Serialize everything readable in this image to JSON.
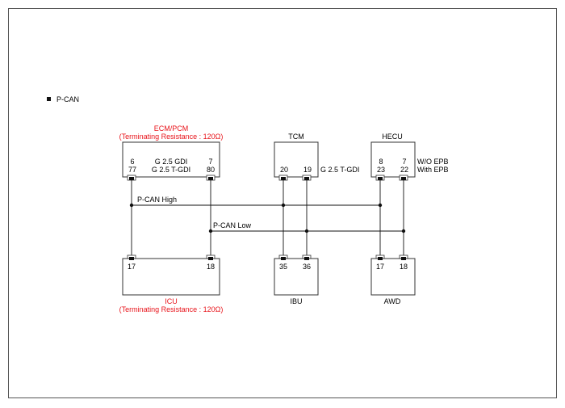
{
  "title": "P-CAN",
  "ecm": {
    "name": "ECM/PCM",
    "note": "(Terminating Resistance : 120Ω)",
    "pin_high_a": "6",
    "pin_low_a": "7",
    "pin_high_b": "77",
    "pin_low_b": "80",
    "variant_a": "G 2.5 GDI",
    "variant_b": "G 2.5 T-GDI"
  },
  "tcm": {
    "name": "TCM",
    "pin_high": "20",
    "pin_low": "19",
    "variant": "G 2.5 T-GDI"
  },
  "hecu": {
    "name": "HECU",
    "pin_high_a": "8",
    "pin_low_a": "7",
    "pin_high_b": "23",
    "pin_low_b": "22",
    "variant_a": "W/O EPB",
    "variant_b": "With EPB"
  },
  "wires": {
    "high": "P-CAN High",
    "low": "P-CAN Low"
  },
  "icu": {
    "name": "ICU",
    "note": "(Terminating Resistance : 120Ω)",
    "pin_high": "17",
    "pin_low": "18"
  },
  "ibu": {
    "name": "IBU",
    "pin_high": "35",
    "pin_low": "36"
  },
  "awd": {
    "name": "AWD",
    "pin_high": "17",
    "pin_low": "18"
  }
}
